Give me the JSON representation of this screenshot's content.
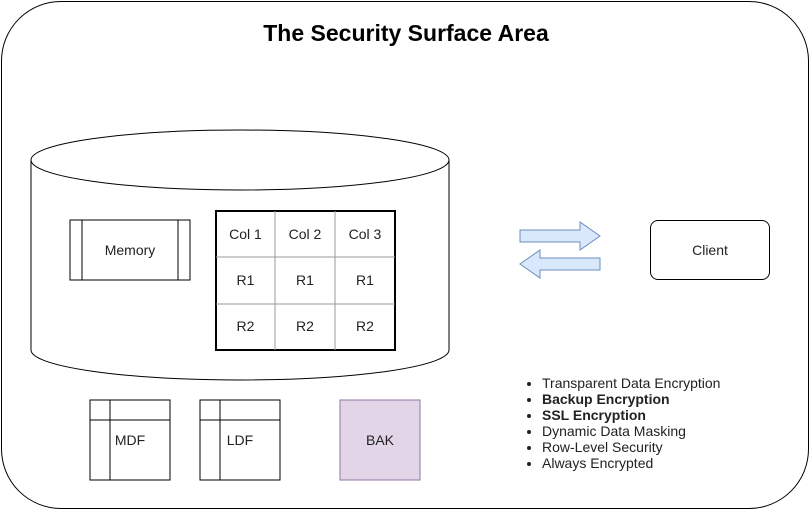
{
  "title": "The Security Surface Area",
  "memory_label": "Memory",
  "table": {
    "headers": [
      "Col 1",
      "Col 2",
      "Col 3"
    ],
    "rows": [
      [
        "R1",
        "R1",
        "R1"
      ],
      [
        "R2",
        "R2",
        "R2"
      ]
    ]
  },
  "client_label": "Client",
  "files": {
    "mdf": "MDF",
    "ldf": "LDF",
    "bak": "BAK"
  },
  "features": [
    {
      "text": "Transparent Data Encryption",
      "bold": false
    },
    {
      "text": "Backup Encryption",
      "bold": true
    },
    {
      "text": "SSL Encryption",
      "bold": true
    },
    {
      "text": "Dynamic Data Masking",
      "bold": false
    },
    {
      "text": "Row-Level Security",
      "bold": false
    },
    {
      "text": "Always Encrypted",
      "bold": false
    }
  ],
  "colors": {
    "arrow_fill": "#dae8fc",
    "arrow_stroke": "#6c8ebf",
    "bak_fill": "#e1d5e7",
    "bak_stroke": "#9673a6"
  }
}
